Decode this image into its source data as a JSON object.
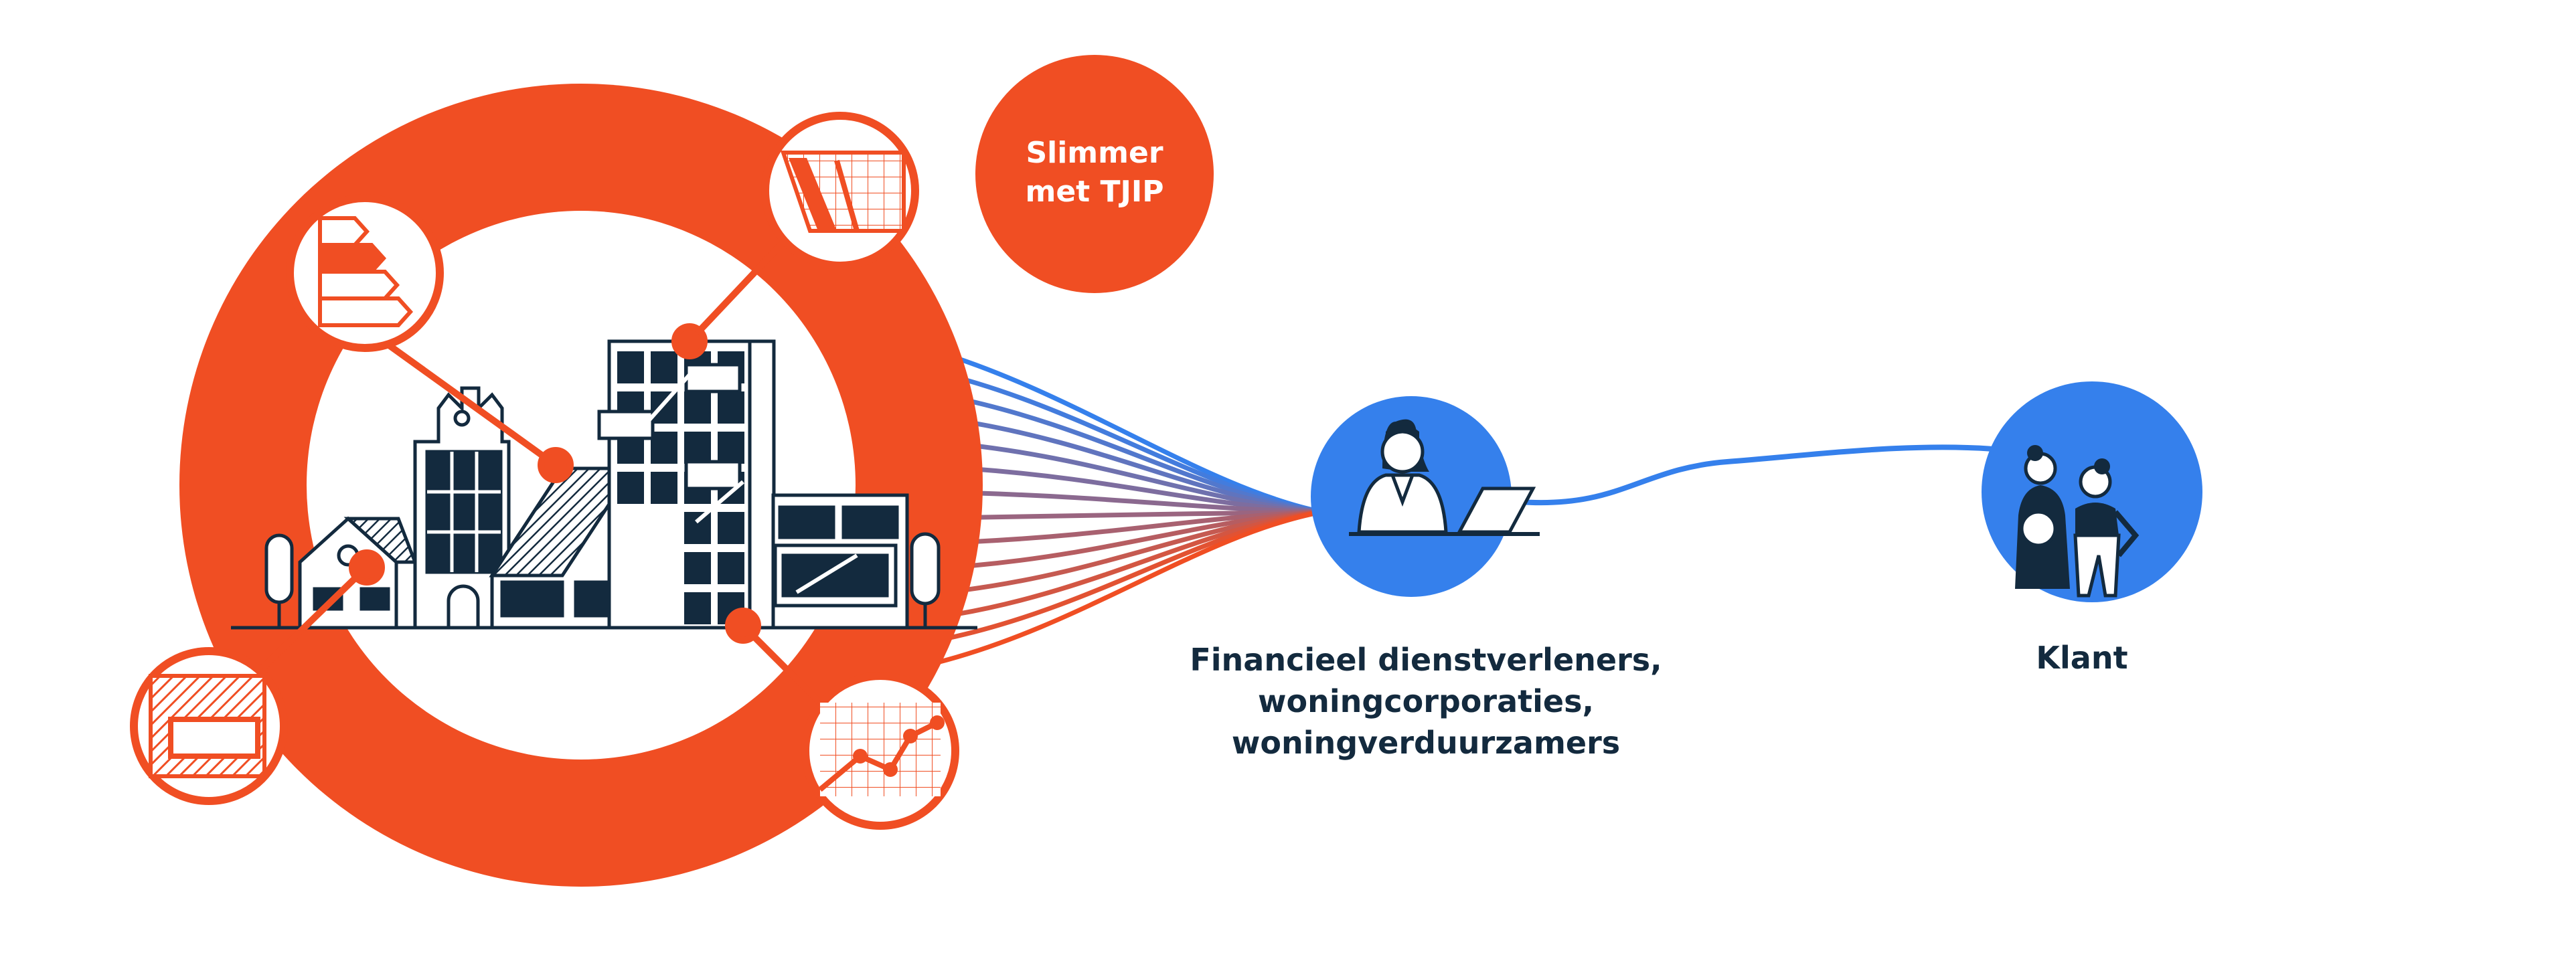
{
  "badge": {
    "line1": "Slimmer",
    "line2": "met TJIP"
  },
  "labels": {
    "service_providers": [
      "Financieel dienstverleners,",
      "woningcorporaties,",
      "woningverduurzamers"
    ],
    "customer": "Klant"
  },
  "colors": {
    "orange": "#f04e23",
    "blue": "#3580ec",
    "navy": "#132a3e",
    "white": "#ffffff"
  },
  "icons": [
    "energy-label-icon",
    "solar-panel-icon",
    "insulation-icon",
    "growth-chart-icon",
    "advisor-at-laptop-icon",
    "customers-icon",
    "houses-buildings-icon"
  ]
}
